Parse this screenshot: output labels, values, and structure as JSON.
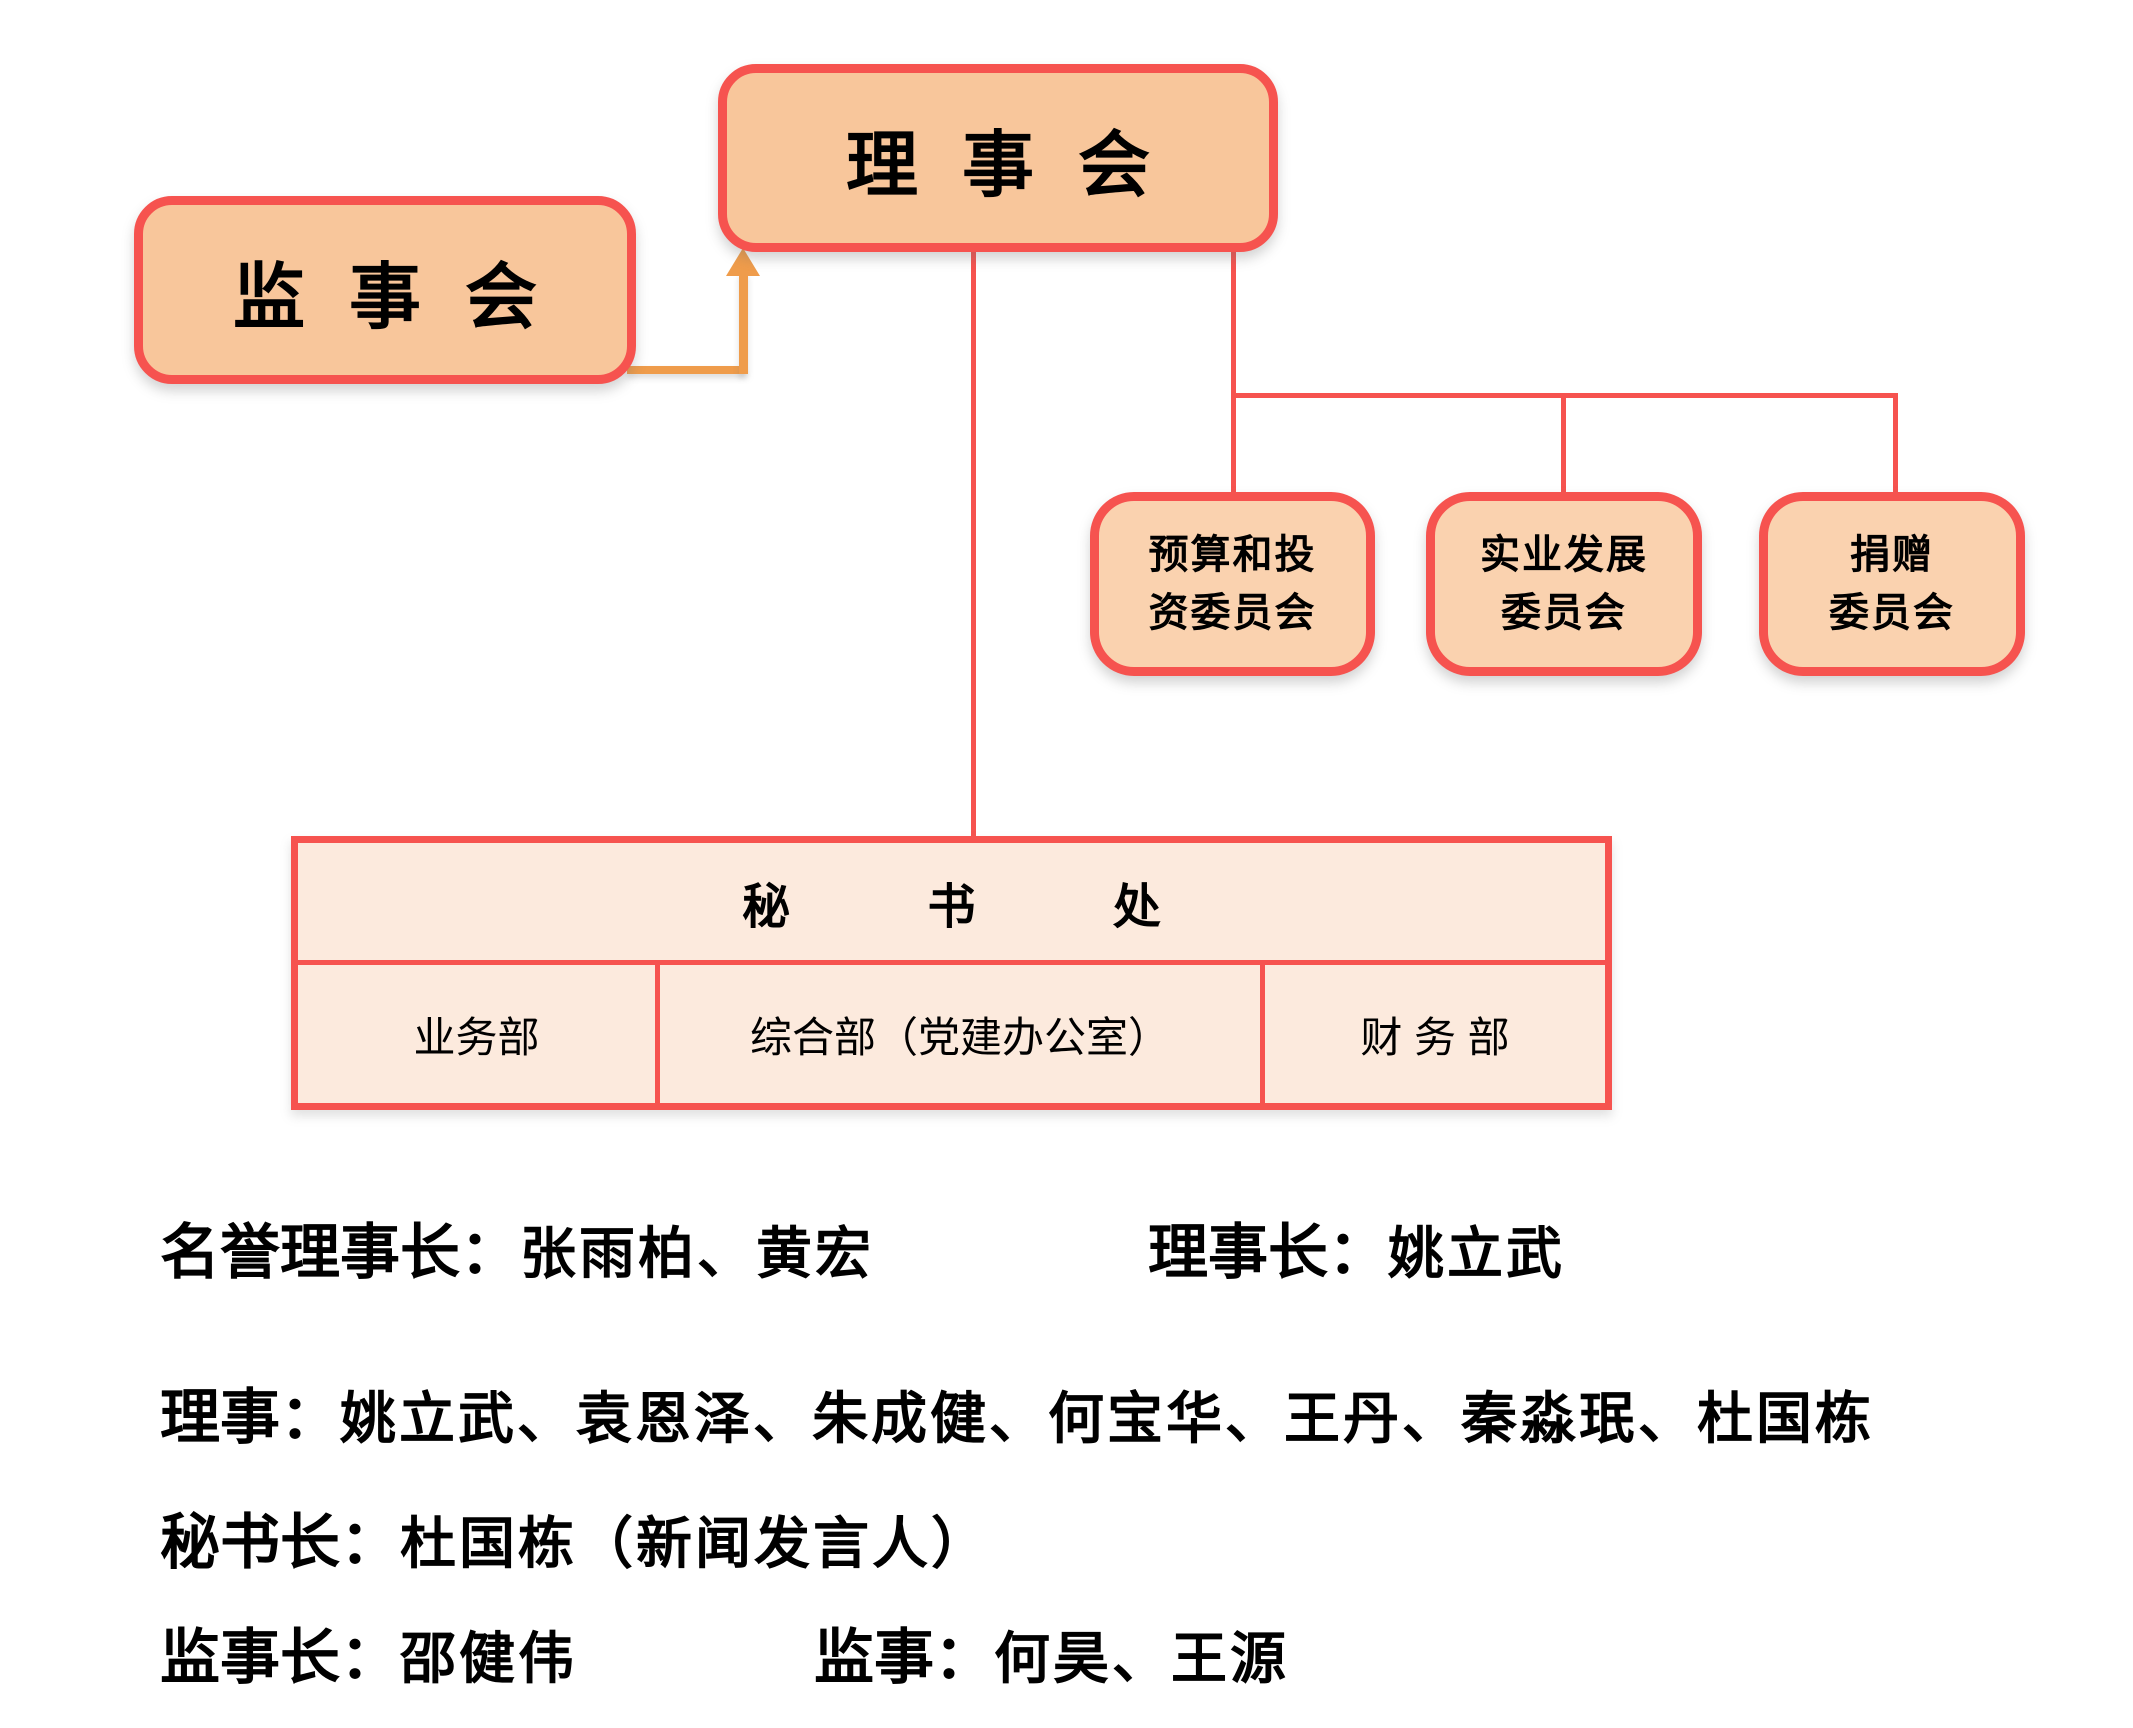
{
  "org_chart": {
    "board": {
      "label": "理 事 会"
    },
    "supervisory_board": {
      "label": "监 事 会"
    },
    "committees": [
      {
        "label": "预算和投\n资委员会"
      },
      {
        "label": "实业发展\n委员会"
      },
      {
        "label": "捐赠\n委员会"
      }
    ],
    "secretariat": {
      "title": "秘 书 处",
      "departments": [
        "业务部",
        "综合部（党建办公室）",
        "财 务 部"
      ]
    }
  },
  "roster": {
    "line1": {
      "label_a": "名誉理事长：",
      "value_a": "张雨柏、黄宏",
      "label_b": "理事长：",
      "value_b": "姚立武"
    },
    "line2": {
      "label_a": "理事：",
      "value_a": "姚立武、袁恩泽、朱成健、何宝华、王丹、秦淼珉、杜国栋"
    },
    "line3": {
      "label_a": "秘书长：",
      "value_a": "杜国栋（新闻发言人）"
    },
    "line4": {
      "label_a": "监事长：",
      "value_a": "邵健伟",
      "label_b": "监事：",
      "value_b": "何昊、王源"
    }
  },
  "colors": {
    "connector_red": "#F6534F",
    "box_border_red": "#F6534F",
    "box_fill_peach": "#F8C69B",
    "committee_fill": "#FAD2AF",
    "table_fill": "#FCEADD",
    "arrow_orange": "#EF9C4B",
    "text_black": "#000000"
  }
}
